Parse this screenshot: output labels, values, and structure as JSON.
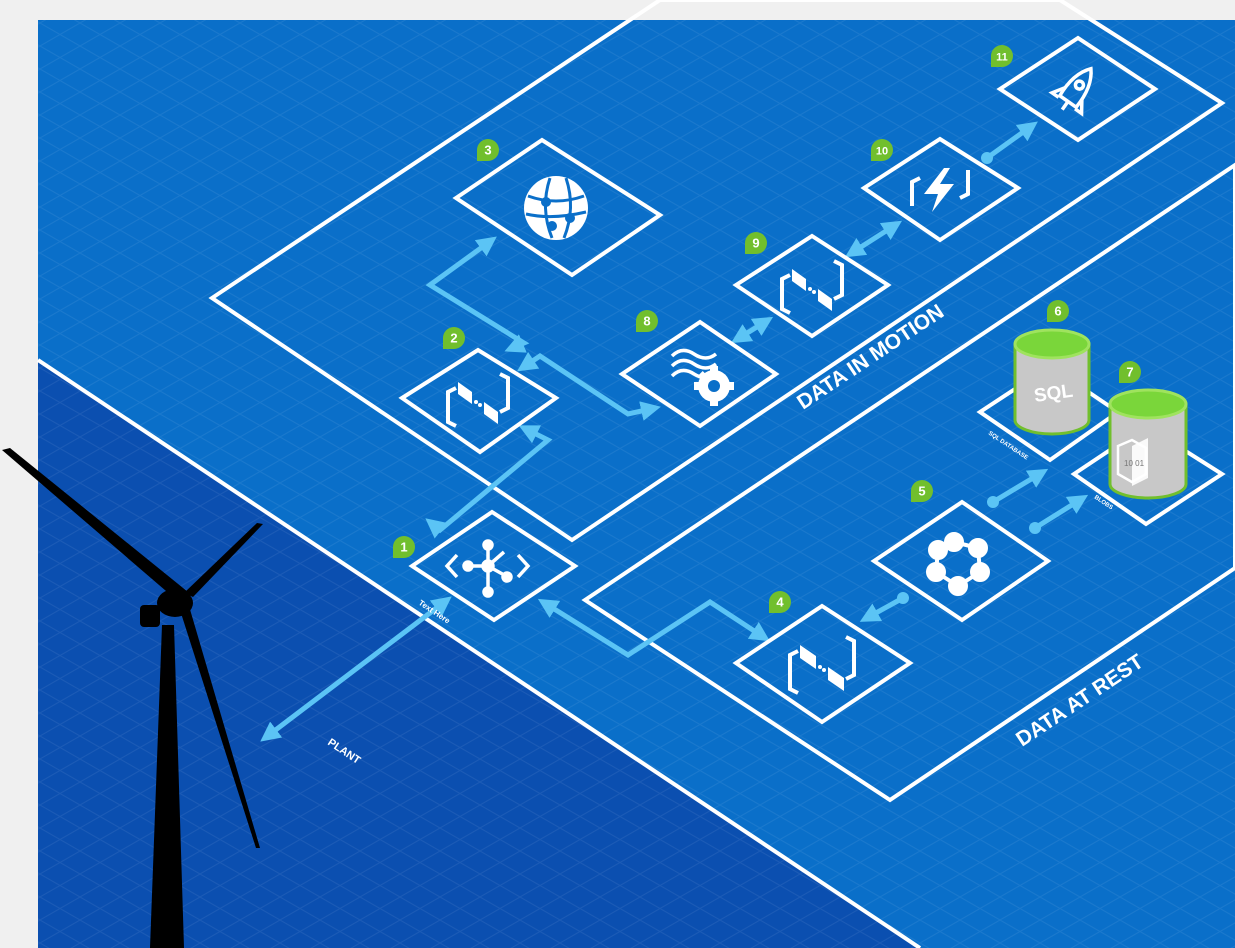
{
  "regions": {
    "data_in_motion": "DATA IN MOTION",
    "data_at_rest": "DATA AT REST"
  },
  "labels": {
    "plant": "PLANT",
    "text_here": "Text Here",
    "sql_database": "SQL DATABASE",
    "blobs": "BLOBS",
    "sql": "SQL",
    "blob_bits": "10 01"
  },
  "nodes": [
    {
      "id": "1",
      "badge": "1",
      "icon": "iot-hub-icon"
    },
    {
      "id": "2",
      "badge": "2",
      "icon": "service-bus-queue-icon"
    },
    {
      "id": "3",
      "badge": "3",
      "icon": "web-app-globe-icon"
    },
    {
      "id": "4",
      "badge": "4",
      "icon": "service-bus-queue-icon"
    },
    {
      "id": "5",
      "badge": "5",
      "icon": "hdinsight-cluster-icon"
    },
    {
      "id": "6",
      "badge": "6",
      "icon": "sql-database-icon"
    },
    {
      "id": "7",
      "badge": "7",
      "icon": "blob-storage-icon"
    },
    {
      "id": "8",
      "badge": "8",
      "icon": "stream-analytics-icon"
    },
    {
      "id": "9",
      "badge": "9",
      "icon": "service-bus-queue-icon"
    },
    {
      "id": "10",
      "badge": "10",
      "icon": "azure-functions-icon"
    },
    {
      "id": "11",
      "badge": "11",
      "icon": "rocket-icon"
    }
  ],
  "colors": {
    "upper_blue": "#0a6fc9",
    "lower_blue": "#0b4fb0",
    "outline": "#ffffff",
    "arrow": "#5bc4f5",
    "badge": "#71bf2d",
    "cylinder_top": "#7ad63a",
    "turbine": "#000000"
  }
}
